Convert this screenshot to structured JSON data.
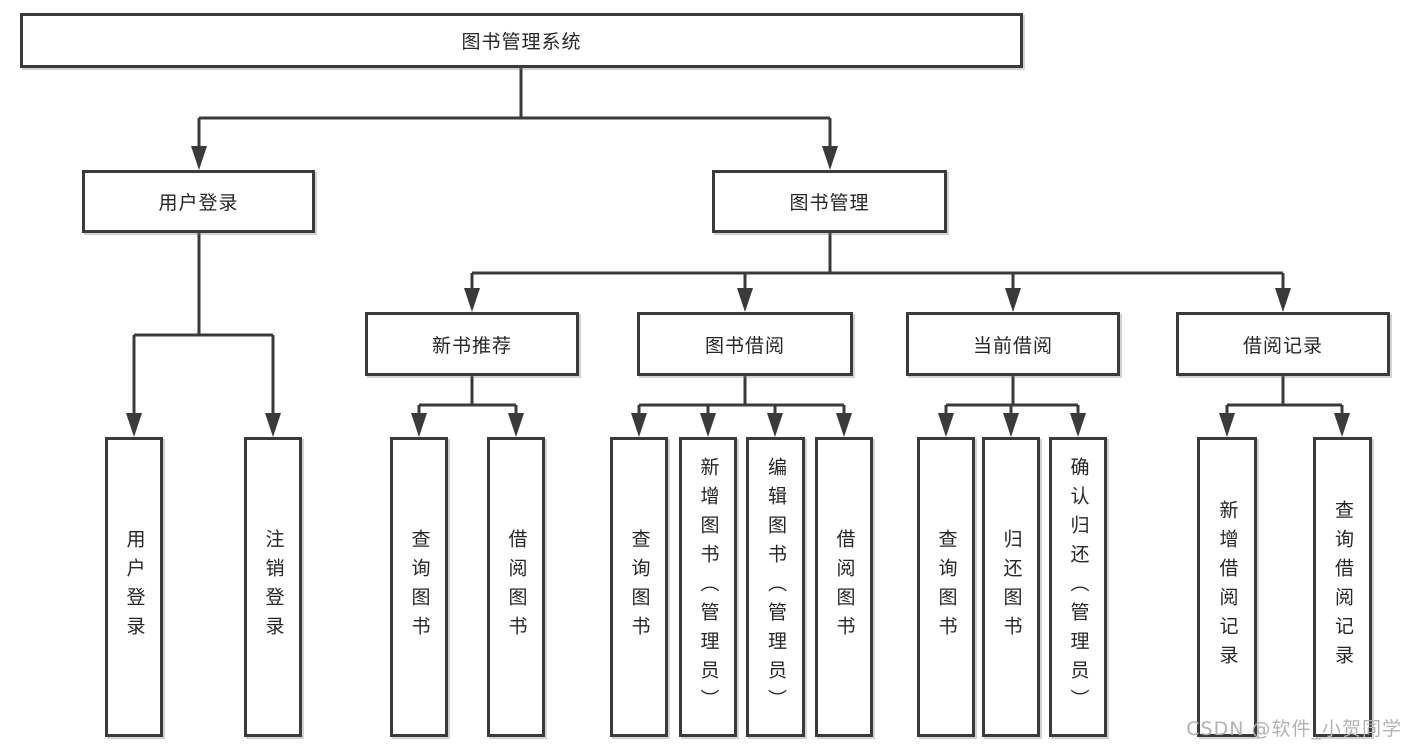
{
  "diagram": {
    "type": "tree",
    "root": {
      "label": "图书管理系统",
      "children": [
        {
          "label": "用户登录",
          "children": [
            {
              "label": "用户登录"
            },
            {
              "label": "注销登录"
            }
          ]
        },
        {
          "label": "图书管理",
          "children": [
            {
              "label": "新书推荐",
              "children": [
                {
                  "label": "查询图书"
                },
                {
                  "label": "借阅图书"
                }
              ]
            },
            {
              "label": "图书借阅",
              "children": [
                {
                  "label": "查询图书"
                },
                {
                  "label": "新增图书（管理员）"
                },
                {
                  "label": "编辑图书（管理员）"
                },
                {
                  "label": "借阅图书"
                }
              ]
            },
            {
              "label": "当前借阅",
              "children": [
                {
                  "label": "查询图书"
                },
                {
                  "label": "归还图书"
                },
                {
                  "label": "确认归还（管理员）"
                }
              ]
            },
            {
              "label": "借阅记录",
              "children": [
                {
                  "label": "新增借阅记录"
                },
                {
                  "label": "查询借阅记录"
                }
              ]
            }
          ]
        }
      ]
    }
  },
  "watermark": {
    "text": "CSDN @软件_小贺同学"
  },
  "colors": {
    "line": "#3a3a3a",
    "box_border": "#3a3a3a",
    "box_fill": "#ffffff",
    "text": "#262626",
    "watermark": "#b2b2b2",
    "background": "#ffffff"
  }
}
